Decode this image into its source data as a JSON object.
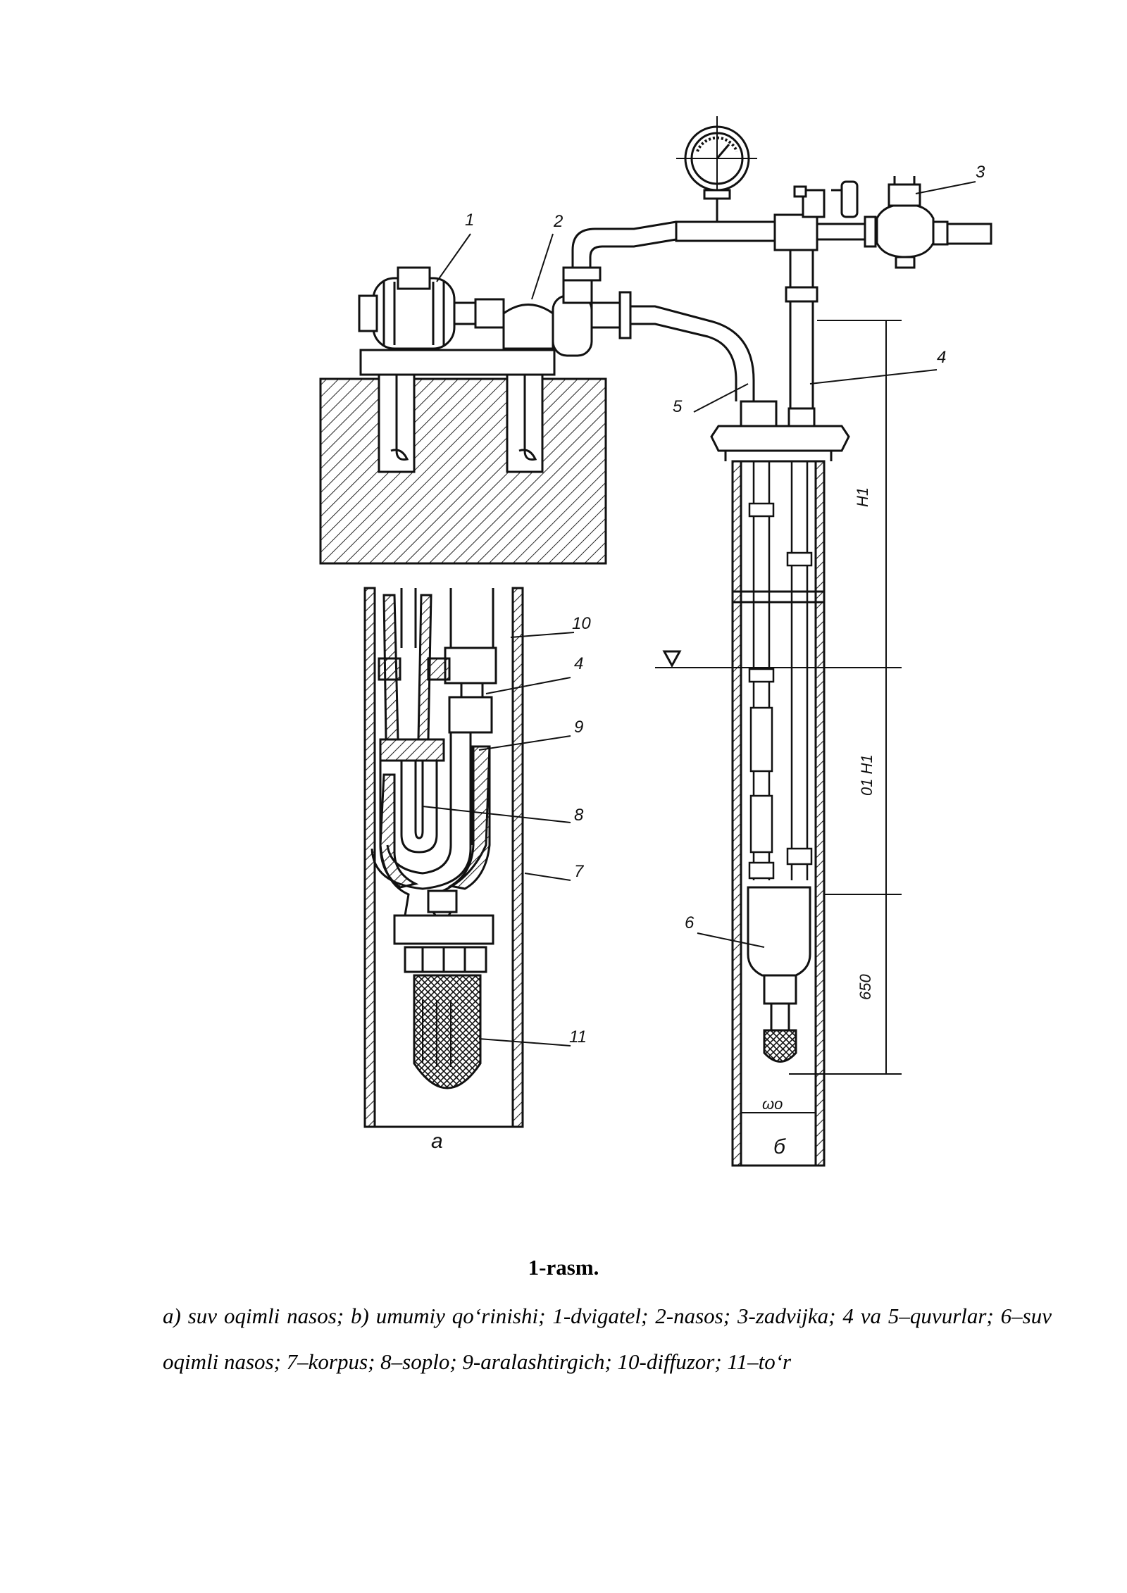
{
  "figure": {
    "labels": {
      "l1": "1",
      "l2": "2",
      "l3": "3",
      "l4a": "4",
      "l5": "5",
      "l4b": "4",
      "l9": "9",
      "l8": "8",
      "l7": "7",
      "l10": "10",
      "l11": "11",
      "l6": "6"
    },
    "dimensions": {
      "h1": "H1",
      "h01": "01 H1",
      "d650": "650",
      "diam": "ωo"
    },
    "subfigures": {
      "a": "a",
      "b": "б"
    }
  },
  "caption": {
    "title": "1-rasm.",
    "text": "a) suv oqimli nasos; b) umumiy qo‘rinishi; 1-dvigatel; 2-nasos; 3-zadvijka; 4 va 5–quvurlar; 6–suv oqimli nasos; 7–korpus;  8–soplo; 9-aralashtirgich; 10-diffuzor;  11–to‘r"
  }
}
